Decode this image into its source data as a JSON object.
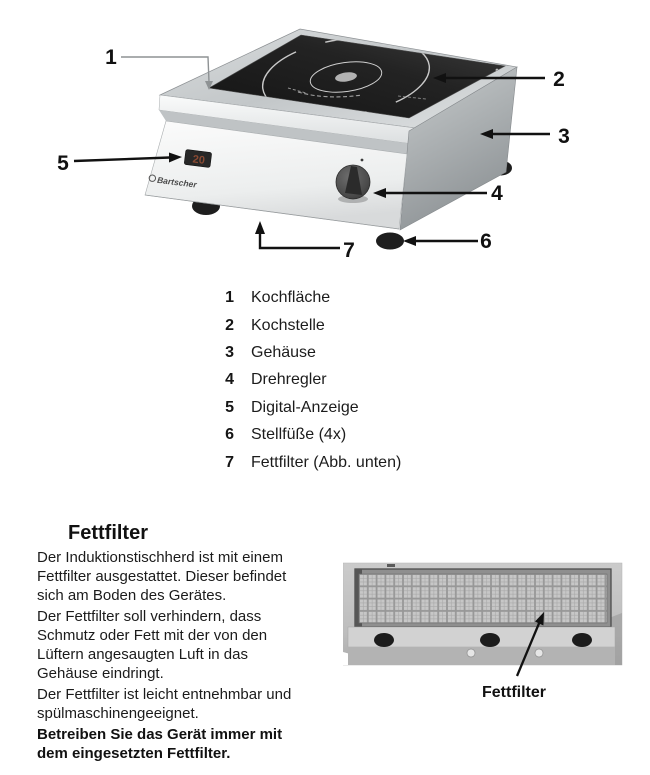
{
  "device_figure": {
    "display_value": "20",
    "brand": "Bartscher",
    "callouts": [
      "1",
      "2",
      "3",
      "4",
      "5",
      "6",
      "7"
    ]
  },
  "legend": {
    "items": [
      {
        "num": "1",
        "label": "Kochfläche"
      },
      {
        "num": "2",
        "label": "Kochstelle"
      },
      {
        "num": "3",
        "label": "Gehäuse"
      },
      {
        "num": "4",
        "label": "Drehregler"
      },
      {
        "num": "5",
        "label": "Digital-Anzeige"
      },
      {
        "num": "6",
        "label": "Stellfüße (4x)"
      },
      {
        "num": "7",
        "label": "Fettfilter (Abb. unten)"
      }
    ]
  },
  "fettfilter_section": {
    "heading": "Fettfilter",
    "paragraphs": [
      "Der Induktionstischherd ist mit einem Fettfilter ausgestattet. Dieser befindet sich am Boden des Gerätes.",
      "Der Fettfilter soll verhindern, dass Schmutz oder Fett mit der von den Lüftern angesaugten Luft in das Gehäuse eindringt.",
      "Der Fettfilter ist leicht entnehmbar und spülmaschinengeeignet.",
      "Betreiben Sie das Gerät immer mit dem eingesetzten Fettfilter."
    ],
    "figure_label": "Fettfilter"
  },
  "colors": {
    "text": "#1c1c1c",
    "callout": "#111111",
    "display_digits": "#8a4a33",
    "glass": "#1c1c1c",
    "metal_light": "#f2f3f4",
    "metal_mid": "#c4c8ca"
  }
}
